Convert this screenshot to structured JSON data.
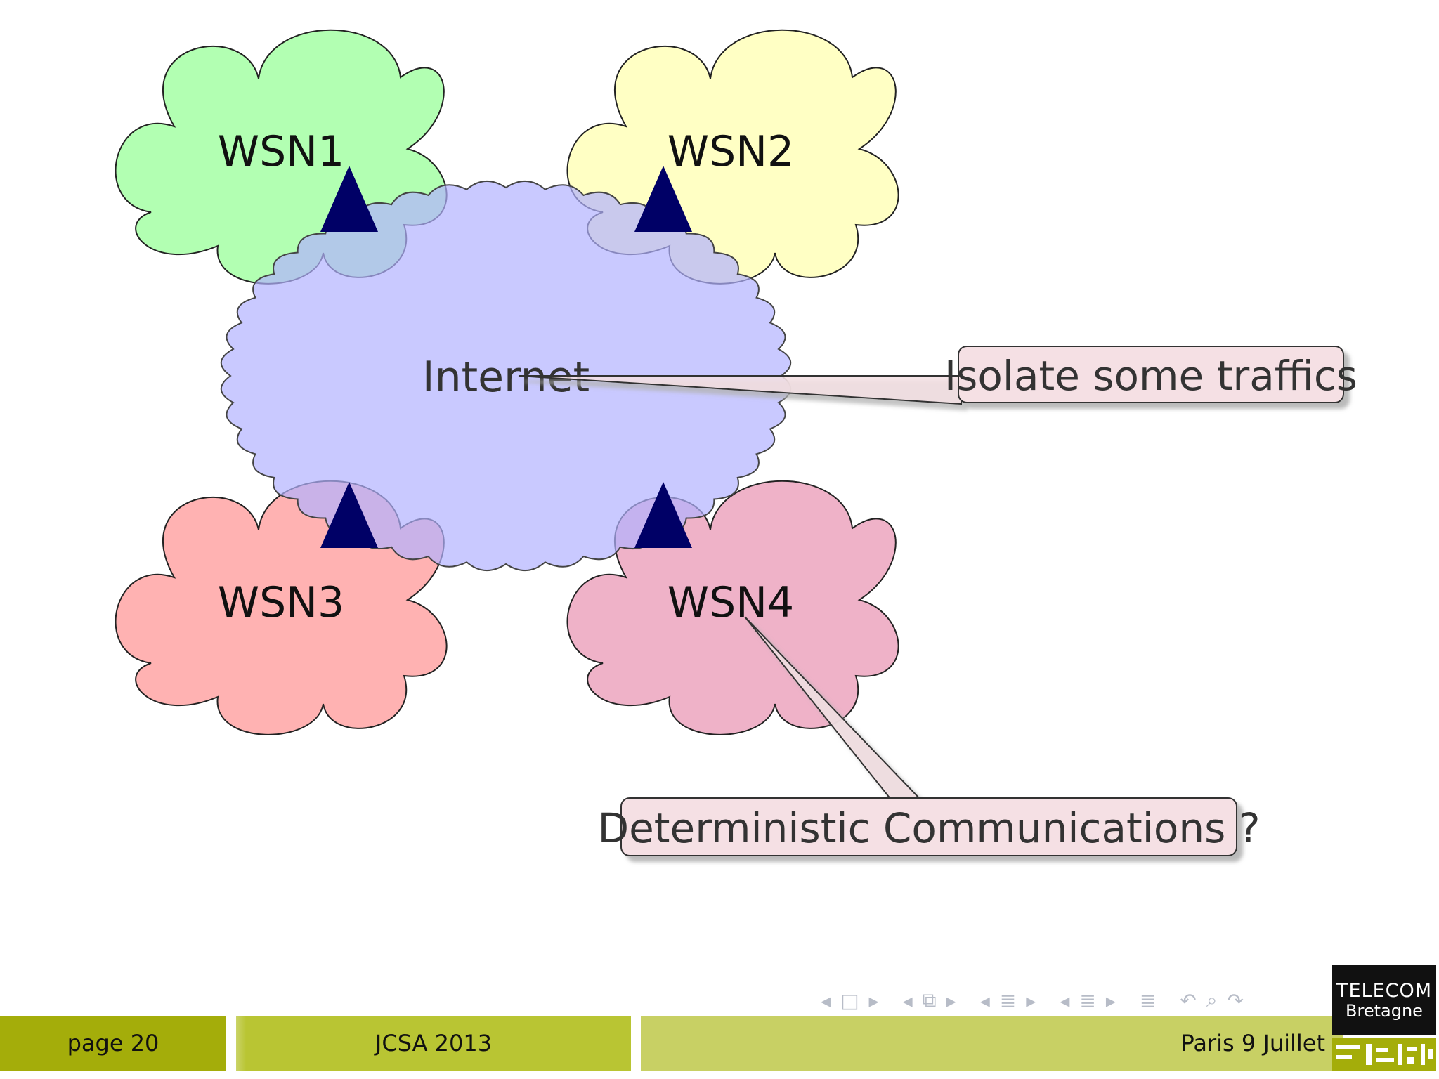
{
  "diagram": {
    "clouds": [
      {
        "id": "wsn1",
        "label": "WSN1",
        "fill": "#b2ffb2"
      },
      {
        "id": "wsn2",
        "label": "WSN2",
        "fill": "#ffffc4"
      },
      {
        "id": "wsn3",
        "label": "WSN3",
        "fill": "#ffb2b2"
      },
      {
        "id": "wsn4",
        "label": "WSN4",
        "fill": "#efb2c8"
      }
    ],
    "internet": {
      "label": "Internet",
      "fill": "#b2b2ff"
    },
    "gateway_color": "#000066",
    "callouts": [
      {
        "id": "isolate",
        "text": "Isolate some traffics"
      },
      {
        "id": "deterministic",
        "text": "Deterministic Communications ?"
      }
    ]
  },
  "footer": {
    "page": "page 20",
    "conference": "JCSA 2013",
    "place": "Paris 9 Juillet"
  },
  "logo": {
    "line1": "TELECOM",
    "line2": "Bretagne"
  }
}
